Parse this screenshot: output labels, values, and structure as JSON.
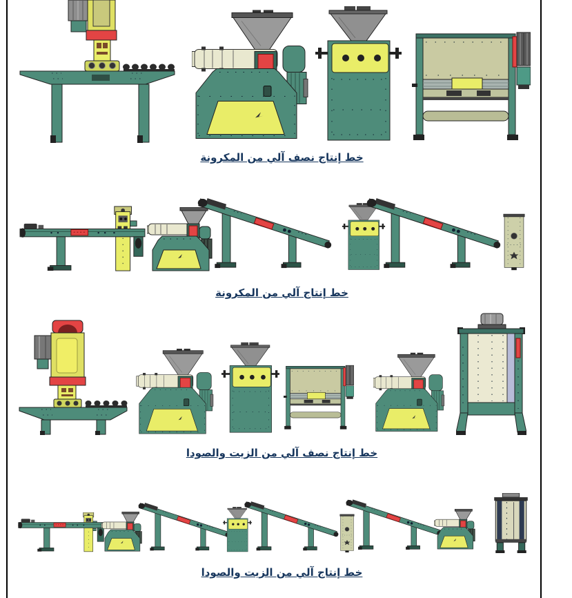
{
  "page": {
    "background": "#ffffff",
    "frame_color": "#000000"
  },
  "palette": {
    "machine_teal": "#4e8c7a",
    "panel_yellow": "#e9ed68",
    "accent_red": "#e34444",
    "hopper_gray": "#949494",
    "barrel_cream": "#e9e8cf",
    "mixer_olive": "#c9caa2",
    "elevator_beige": "#cdd0a9",
    "caption_navy": "#17365d"
  },
  "sections": [
    {
      "id": "semi-auto-macaroni",
      "caption": "خط إنتاج نصف آلي من المكرونة",
      "machines": [
        "press-on-table",
        "screw-extruder",
        "hopper-cabinet",
        "horizontal-mixer"
      ]
    },
    {
      "id": "auto-macaroni",
      "caption": "خط إنتاج آلي من المكرونة",
      "machines": [
        "vertical-press-unit",
        "flat-belt-conveyor",
        "screw-extruder",
        "inclined-belt-conveyor",
        "hopper-cabinet",
        "inclined-belt-conveyor",
        "bucket-elevator"
      ]
    },
    {
      "id": "semi-auto-oil-soda",
      "caption": "خط إنتاج نصف آلي من الزيت والصودا",
      "machines": [
        "press-on-table",
        "screw-extruder",
        "hopper-cabinet",
        "horizontal-mixer",
        "screw-extruder",
        "vertical-tank-mixer"
      ]
    },
    {
      "id": "auto-oil-soda",
      "caption": "خط إنتاج آلي من الزيت والصودا",
      "machines": [
        "vertical-press-unit",
        "flat-belt-conveyor",
        "screw-extruder",
        "inclined-belt-conveyor",
        "hopper-cabinet",
        "inclined-belt-conveyor",
        "bucket-elevator",
        "inclined-belt-conveyor",
        "screw-extruder",
        "vertical-tank-mixer"
      ]
    }
  ]
}
